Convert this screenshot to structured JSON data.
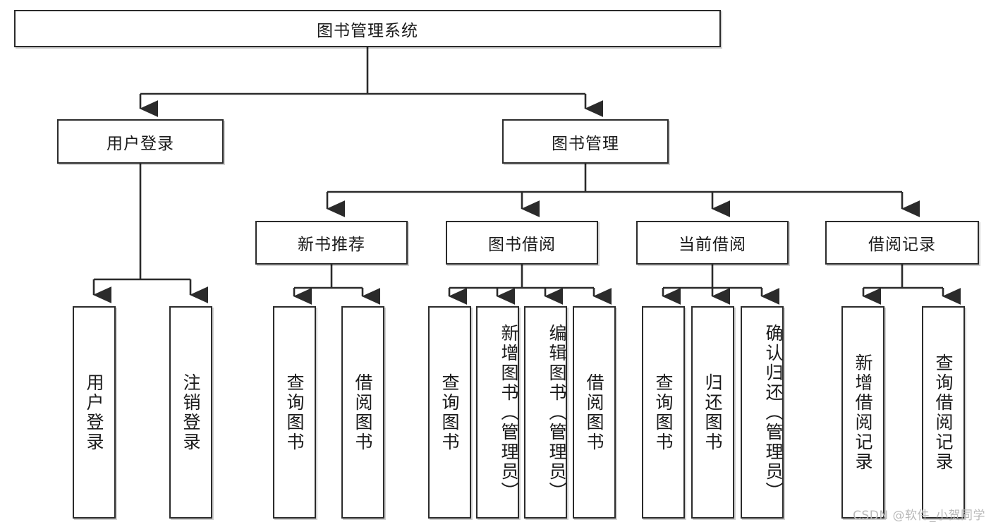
{
  "diagram": {
    "title": "图书管理系统",
    "type": "hierarchy-tree",
    "orientation": "top-down",
    "colors": {
      "box_border": "#2b2b2b",
      "box_fill": "#ffffff",
      "edge": "#2b2b2b",
      "text": "#1a1a1a",
      "watermark": "#b9b9b9"
    },
    "root": {
      "label": "图书管理系统"
    },
    "level1": [
      {
        "label": "用户登录"
      },
      {
        "label": "图书管理"
      }
    ],
    "level2": [
      {
        "label": "新书推荐"
      },
      {
        "label": "图书借阅"
      },
      {
        "label": "当前借阅"
      },
      {
        "label": "借阅记录"
      }
    ],
    "leaves": {
      "user_login": [
        {
          "label": "用户登录"
        },
        {
          "label": "注销登录"
        }
      ],
      "new_book_recommend": [
        {
          "label": "查询图书"
        },
        {
          "label": "借阅图书"
        }
      ],
      "book_borrow": [
        {
          "label": "查询图书"
        },
        {
          "label": "新增图书（管理员）"
        },
        {
          "label": "编辑图书（管理员）"
        },
        {
          "label": "借阅图书"
        }
      ],
      "current_borrow": [
        {
          "label": "查询图书"
        },
        {
          "label": "归还图书"
        },
        {
          "label": "确认归还（管理员）"
        }
      ],
      "borrow_record": [
        {
          "label": "新增借阅记录"
        },
        {
          "label": "查询借阅记录"
        }
      ]
    }
  },
  "watermark": {
    "text": "CSDN @软件_小贺同学"
  }
}
